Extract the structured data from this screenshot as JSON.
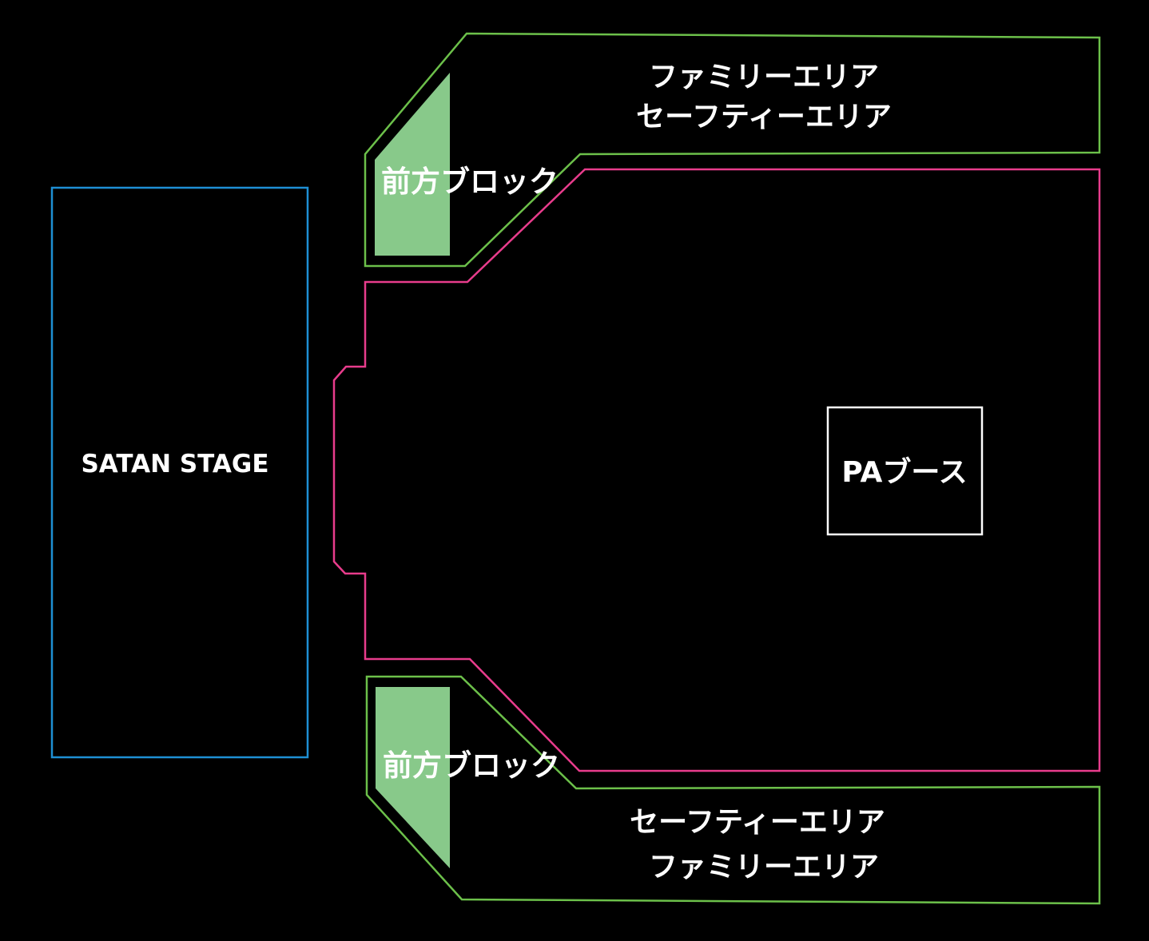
{
  "stage": {
    "label": "SATAN STAGE"
  },
  "pa_booth": {
    "label": "PAブース"
  },
  "front_block": {
    "top_label": "前方ブロック",
    "bottom_label": "前方ブロック"
  },
  "side_areas": {
    "top": {
      "line1": "ファミリーエリア",
      "line2": "セーフティーエリア"
    },
    "bottom": {
      "line1": "セーフティーエリア",
      "line2": "ファミリーエリア"
    }
  },
  "colors": {
    "background": "#000000",
    "stage_outline": "#1e8fd4",
    "main_floor_outline": "#e83c8c",
    "side_area_outline": "#6cc04a",
    "front_block_fill": "#88c98a",
    "pa_booth_outline": "#ffffff",
    "label_text": "#ffffff"
  }
}
